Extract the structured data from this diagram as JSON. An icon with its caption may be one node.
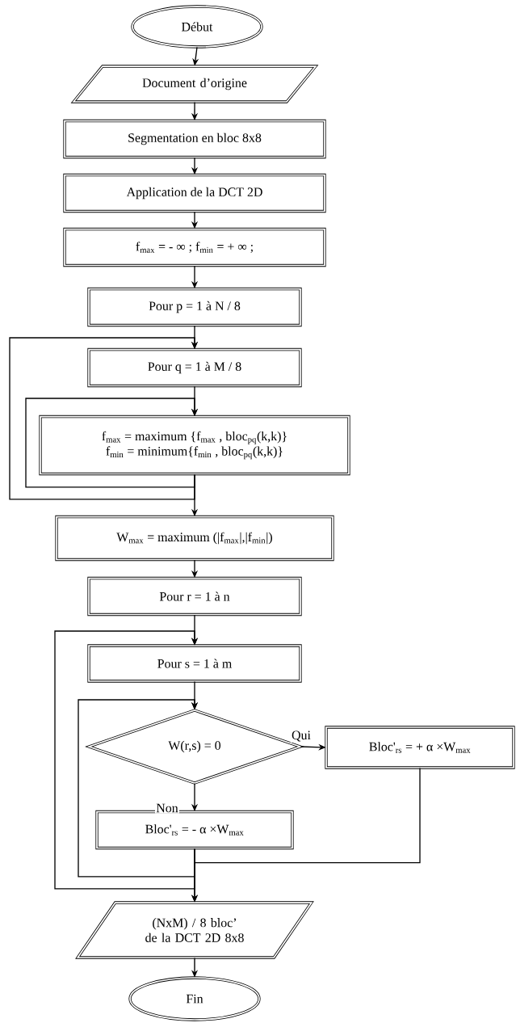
{
  "diagram": {
    "nodes": [
      {
        "text": [
          "Début"
        ]
      },
      {
        "text": [
          "Document d’origine"
        ]
      },
      {
        "text": [
          "Segmentation en bloc 8x8"
        ]
      },
      {
        "text": [
          "Application de la DCT 2D"
        ]
      },
      {
        "text": [
          "f$_{max}$ = - ∞ ; f$_{min}$ = + ∞ ;"
        ]
      },
      {
        "text": [
          "Pour p = 1 à N / 8"
        ]
      },
      {
        "text": [
          "Pour q = 1 à M / 8"
        ]
      },
      {
        "text": [
          "f$_{max}$ = maximum {f$_{max}$ , bloc$_{pq}$(k,k)}",
          "f$_{min}$ = minimum{f$_{min}$ , bloc$_{pq}$(k,k)}"
        ]
      },
      {
        "text": [
          "W$_{max}$ = maximum (|f$_{max}$|,|f$_{min}$|)"
        ]
      },
      {
        "text": [
          "Pour r = 1 à n"
        ]
      },
      {
        "text": [
          "Pour s = 1 à m"
        ]
      },
      {
        "text": [
          "W(r,s) = 0"
        ]
      },
      {
        "text": [
          "Bloc'$_{rs}$ = + α ×W$_{max}$"
        ]
      },
      {
        "text": [
          "Bloc'$_{rs}$ = - α ×W$_{max}$"
        ]
      },
      {
        "text": [
          "(NxM) / 8 bloc’ de la DCT 2D 8x8"
        ]
      },
      {
        "text": [
          "Fin"
        ]
      }
    ],
    "edges": [
      {
        "from": 0,
        "to": 1,
        "arrow": "to"
      },
      {
        "from": 1,
        "to": 2,
        "arrow": "to"
      },
      {
        "from": 2,
        "to": 3,
        "arrow": "to"
      },
      {
        "from": 3,
        "to": 4,
        "arrow": "to"
      },
      {
        "from": 4,
        "to": 5,
        "arrow": "to"
      },
      {
        "from": 5,
        "to": 6,
        "arrow": "to"
      },
      {
        "from": 6,
        "to": 7,
        "arrow": "to"
      },
      {
        "from": 7,
        "to": 7,
        "arrow": "to"
      },
      {
        "from": 7,
        "to": 6,
        "arrow": "to"
      },
      {
        "from": 7,
        "to": 8,
        "arrow": "to"
      },
      {
        "from": 8,
        "to": 9,
        "arrow": "to"
      },
      {
        "from": 9,
        "to": 10,
        "arrow": "to"
      },
      {
        "from": 10,
        "to": 11,
        "arrow": "to"
      },
      {
        "from": 11,
        "to": 12,
        "arrow": "to",
        "label": "Qui"
      },
      {
        "from": 11,
        "to": 13,
        "arrow": "to",
        "label": "Non"
      },
      {
        "from": 13,
        "to": 11,
        "arrow": "to"
      },
      {
        "from": 13,
        "to": 10,
        "arrow": "to"
      },
      {
        "from": 13,
        "to": 14,
        "arrow": "to"
      },
      {
        "from": 12,
        "to": 14,
        "arrow": "to"
      },
      {
        "from": 14,
        "to": 15,
        "arrow": "to"
      }
    ]
  }
}
